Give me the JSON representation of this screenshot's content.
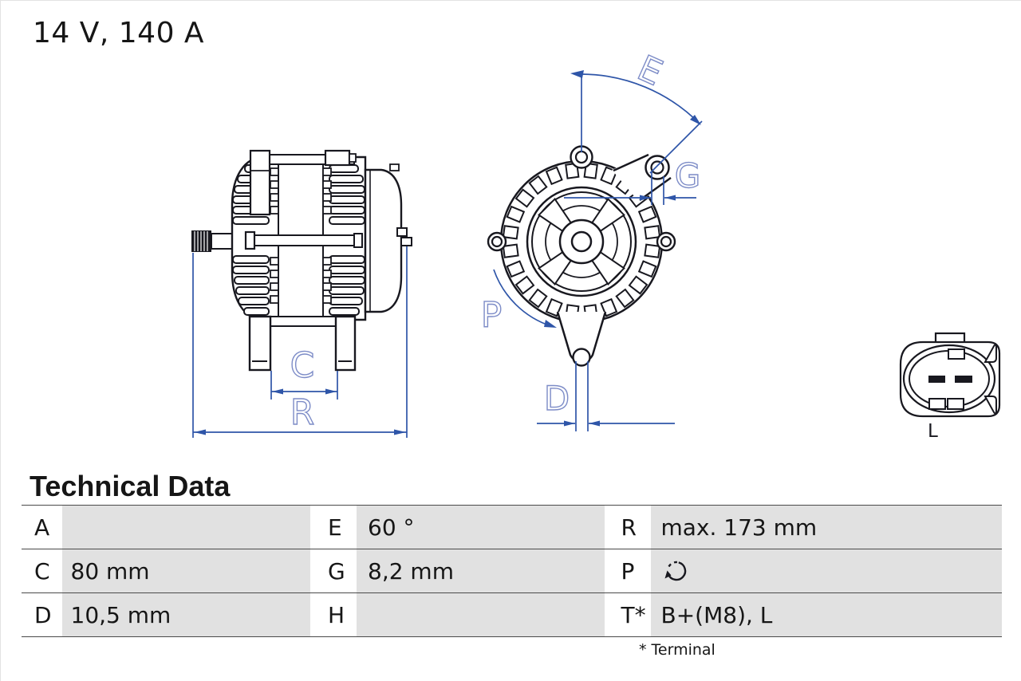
{
  "title": "14 V, 140 A",
  "drawing": {
    "dim_labels": {
      "C": "C",
      "R": "R",
      "E": "E",
      "G": "G",
      "P": "P",
      "D": "D"
    },
    "connector_label": "L",
    "colors": {
      "outline": "#18181f",
      "dimension": "#2e55a8",
      "dim_label": "#7d8cc7"
    }
  },
  "table": {
    "heading": "Technical Data",
    "rows": [
      {
        "cells": [
          {
            "key": "A",
            "value": ""
          },
          {
            "key": "E",
            "value": "60 °"
          },
          {
            "key": "R",
            "value": "max. 173 mm"
          }
        ]
      },
      {
        "cells": [
          {
            "key": "C",
            "value": "80 mm"
          },
          {
            "key": "G",
            "value": "8,2 mm"
          },
          {
            "key": "P",
            "value": ""
          }
        ]
      },
      {
        "cells": [
          {
            "key": "D",
            "value": "10,5 mm"
          },
          {
            "key": "H",
            "value": ""
          },
          {
            "key": "T*",
            "value": "B+(M8), L"
          }
        ]
      }
    ],
    "footnote": "* Terminal"
  }
}
